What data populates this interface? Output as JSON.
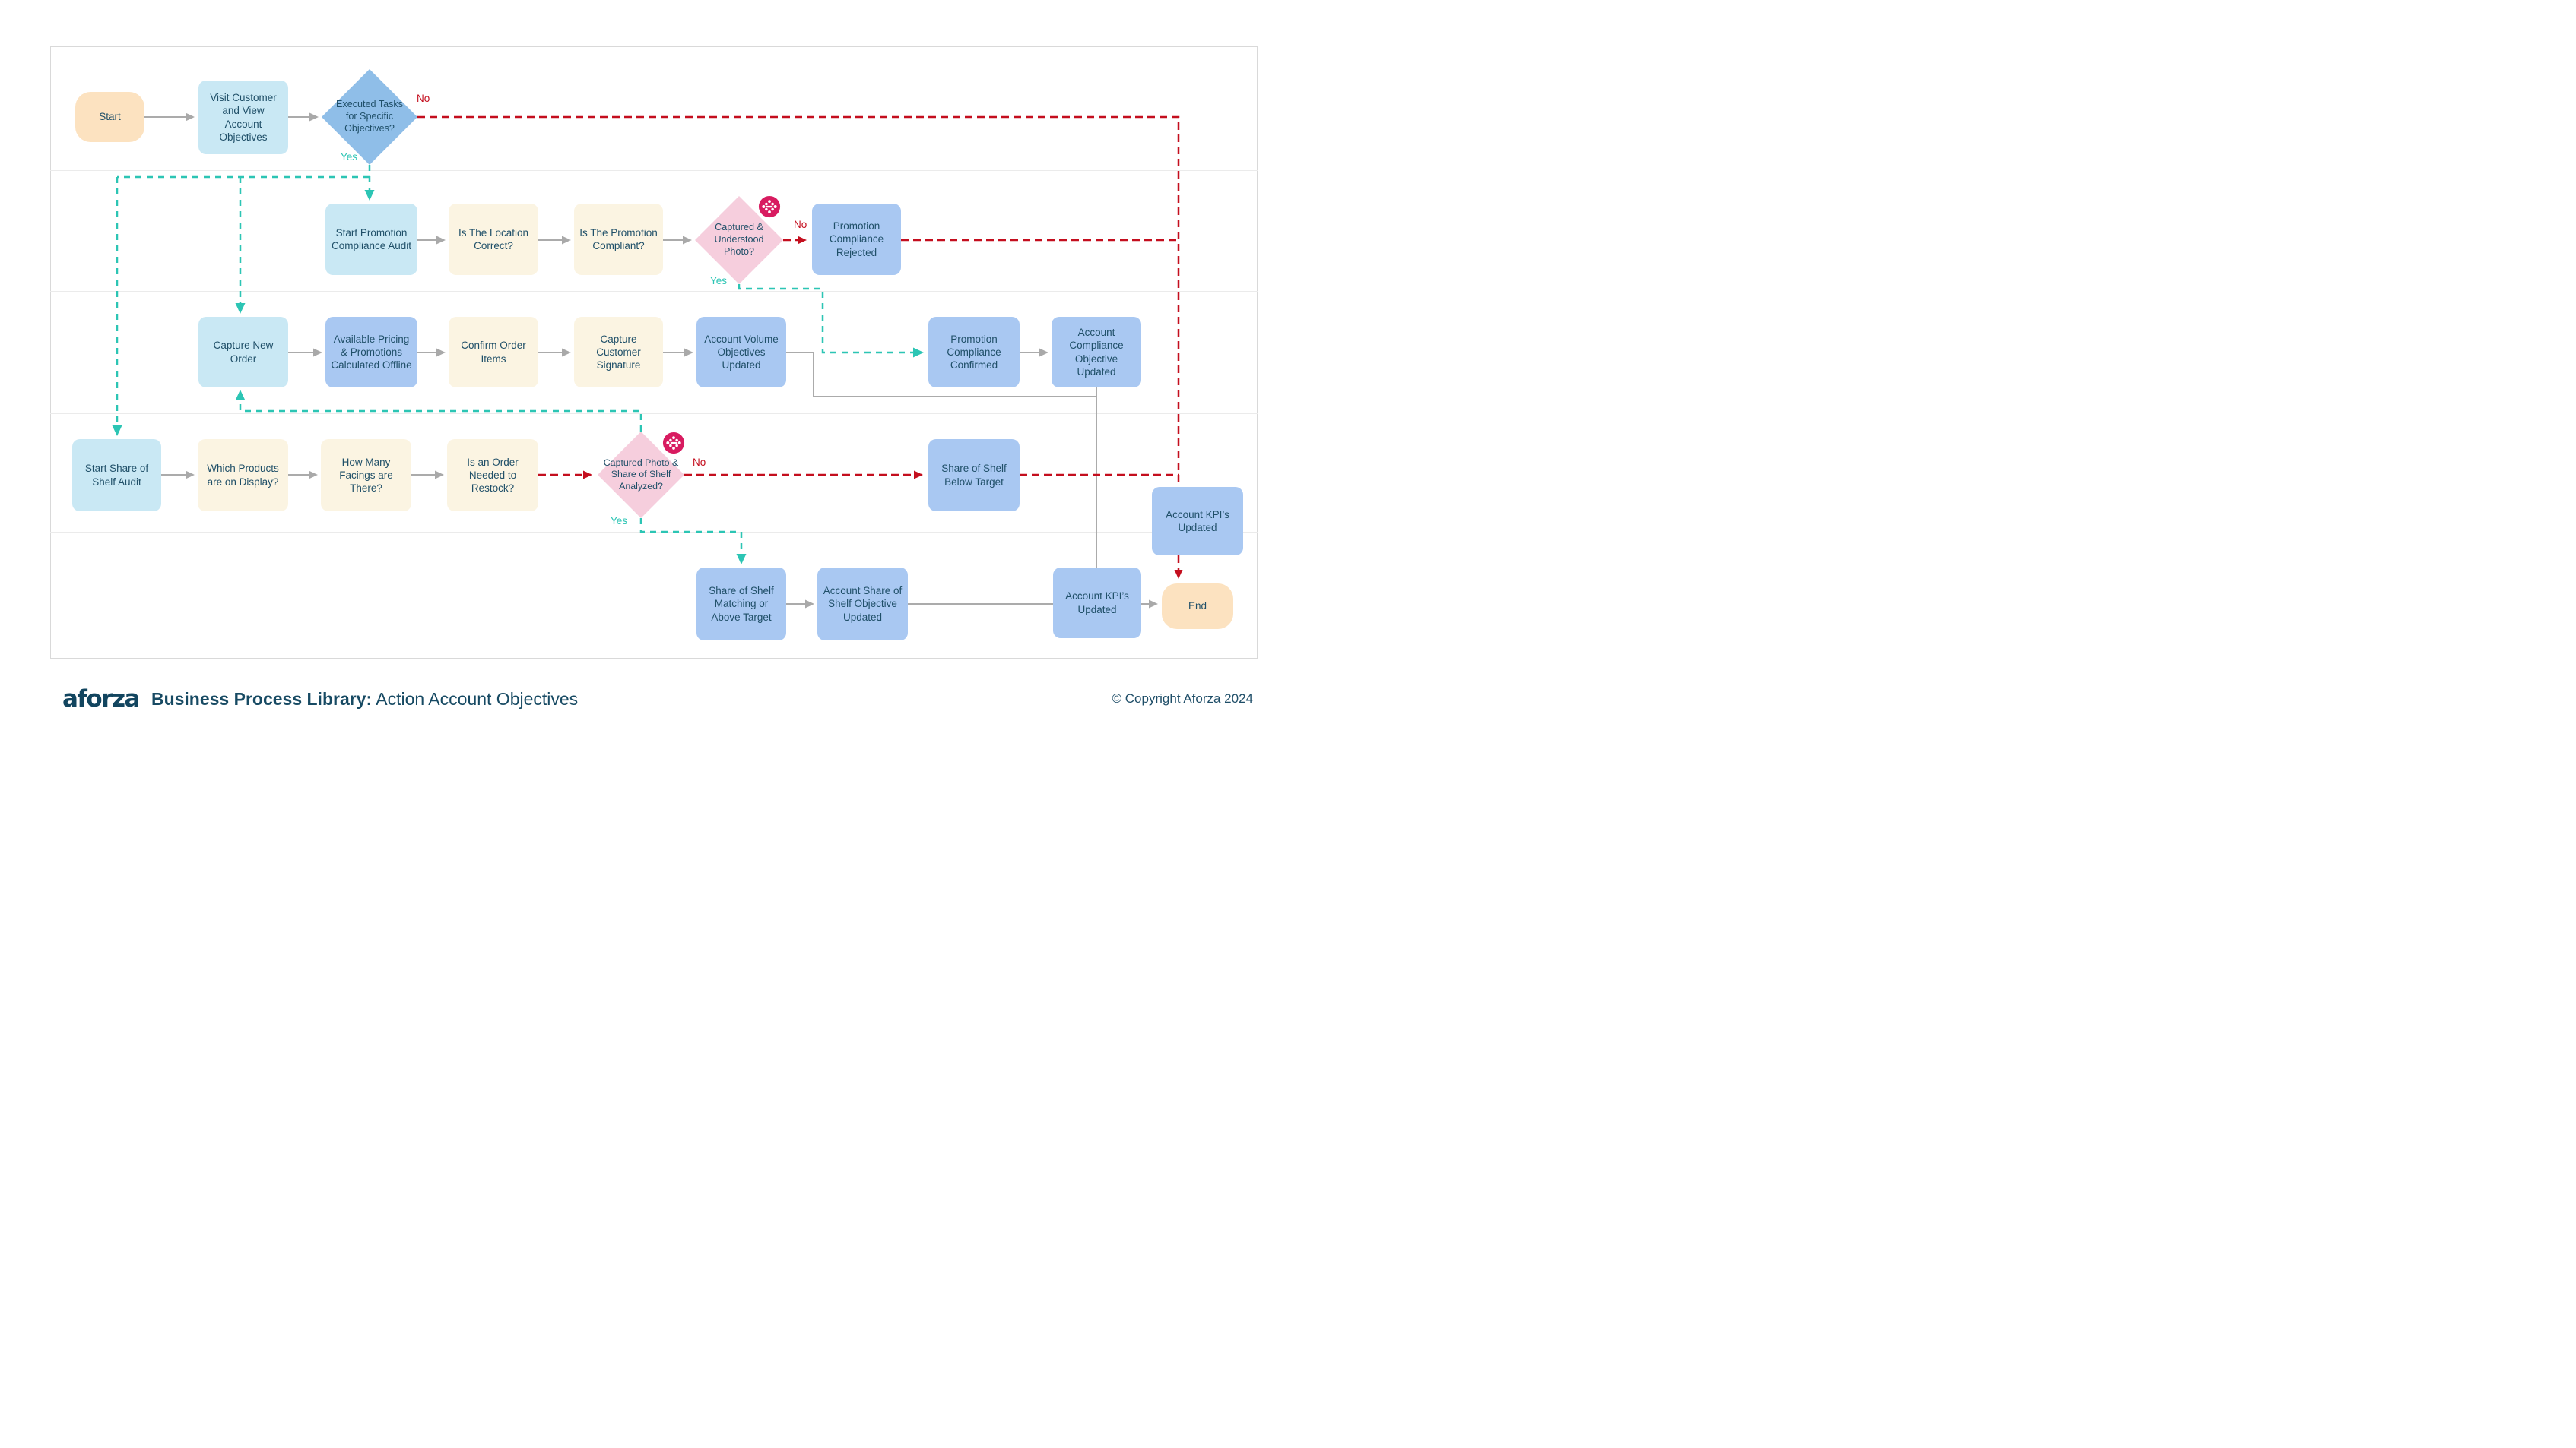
{
  "page": {
    "footer": {
      "logo": "aforza",
      "title_bold": "Business Process Library:",
      "title_rest": " Action Account Objectives",
      "copyright": "© Copyright Aforza 2024"
    },
    "labels": {
      "yes": "Yes",
      "no": "No"
    },
    "colors": {
      "teal": "#2cc5b4",
      "red": "#c40e1e",
      "navy": "#1f4f68",
      "peach": "#fce2c0",
      "cyan": "#c9e8f4",
      "cream": "#fbf4e2",
      "blue": "#a9c8f2",
      "diamond_blue": "#8fbee8",
      "diamond_pink": "#f6cedd",
      "ai_badge": "#d81b60",
      "connector_gray": "#ababab"
    },
    "nodes": [
      {
        "text": "Start"
      },
      {
        "text": "Visit Customer and View Account Objectives"
      },
      {
        "text": "Executed Tasks for Specific Objectives?"
      },
      {
        "text": "Start Promotion Compliance Audit"
      },
      {
        "text": "Is The Location Correct?"
      },
      {
        "text": "Is The Promotion Compliant?"
      },
      {
        "text": "Captured & Understood Photo?"
      },
      {
        "text": "Promotion Compliance Rejected"
      },
      {
        "text": "Capture New Order"
      },
      {
        "text": "Available Pricing & Promotions Calculated Offline"
      },
      {
        "text": "Confirm Order Items"
      },
      {
        "text": "Capture Customer Signature"
      },
      {
        "text": "Account Volume Objectives Updated"
      },
      {
        "text": "Promotion Compliance Confirmed"
      },
      {
        "text": "Account Compliance Objective Updated"
      },
      {
        "text": "Start Share of Shelf Audit"
      },
      {
        "text": "Which Products are on Display?"
      },
      {
        "text": "How Many Facings are There?"
      },
      {
        "text": "Is an Order Needed to Restock?"
      },
      {
        "text": "Captured Photo & Share of Shelf Analyzed?"
      },
      {
        "text": "Share of Shelf Below Target"
      },
      {
        "text": "Account KPI’s Updated"
      },
      {
        "text": "Share of Shelf Matching or Above Target"
      },
      {
        "text": "Account Share of Shelf Objective Updated"
      },
      {
        "text": "Account KPI’s Updated"
      },
      {
        "text": "End"
      }
    ]
  }
}
